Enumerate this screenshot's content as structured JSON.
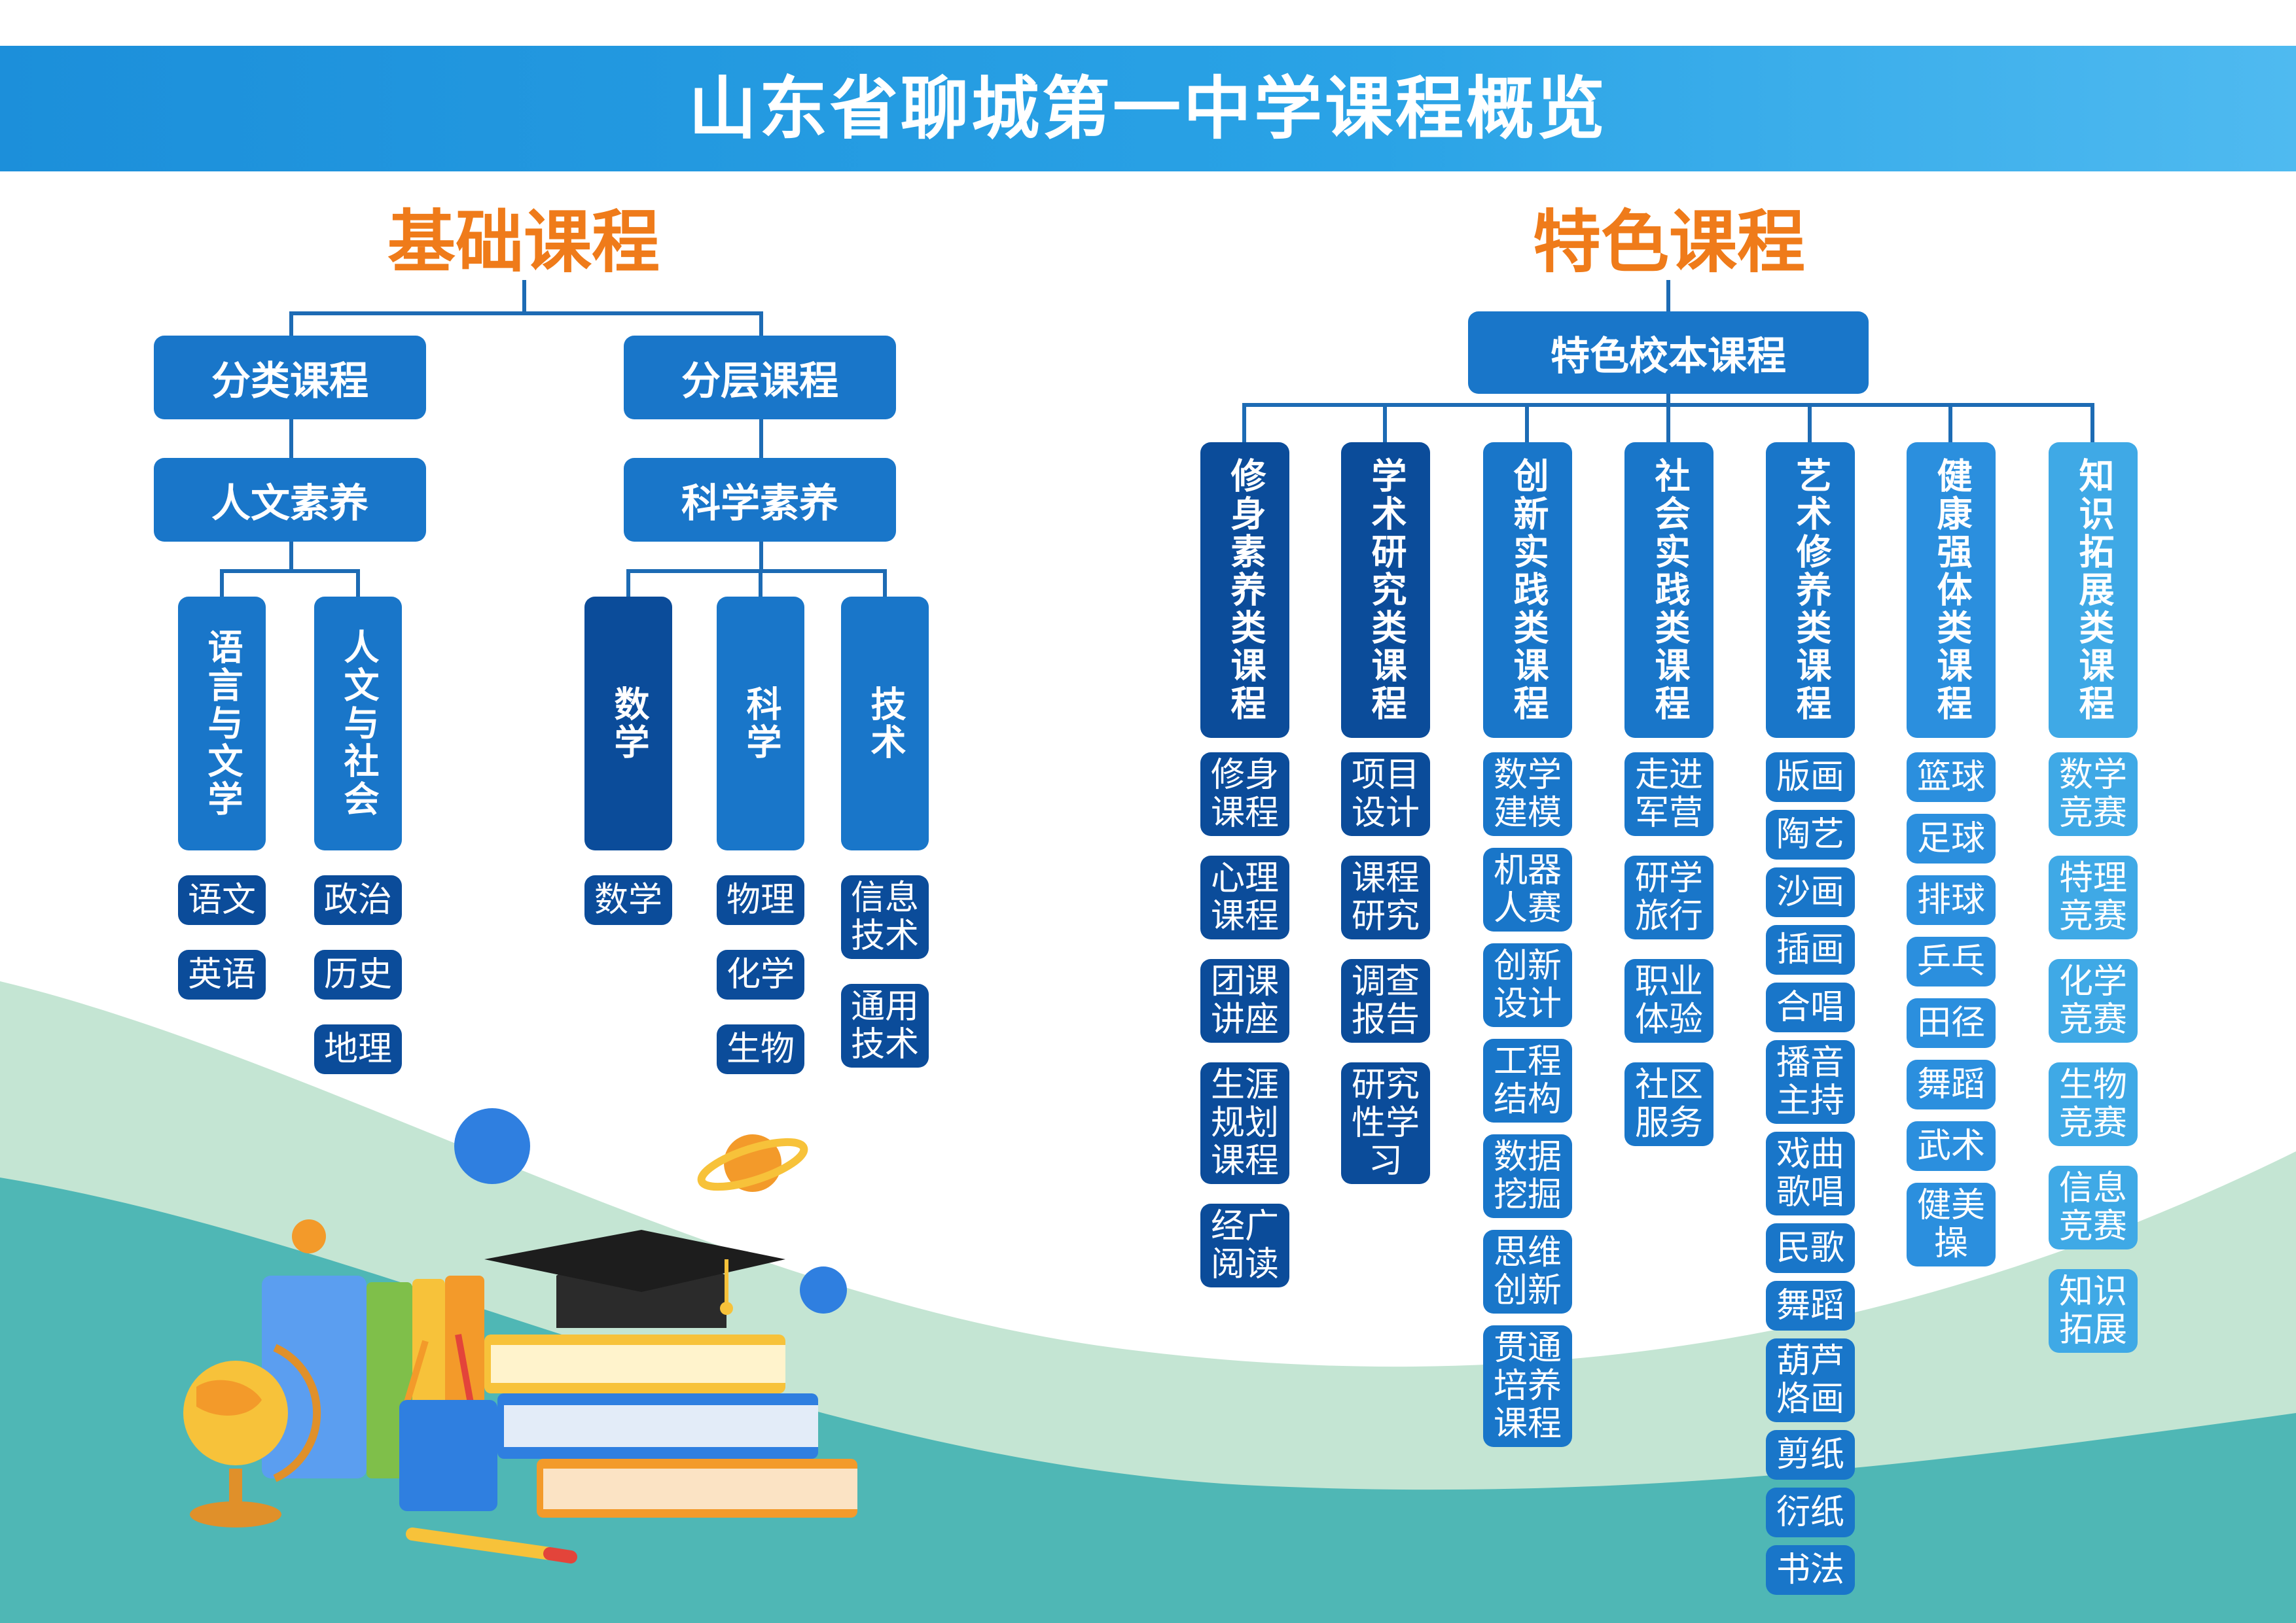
{
  "page_title": "山东省聊城第一中学课程概览",
  "colors": {
    "banner": "#1c8fda",
    "section_title": "#ef7b1a",
    "box_dark": "#0b4c9a",
    "box_mid": "#1976c9",
    "box_light": "#3fa9e6",
    "connector": "#1d6bb4",
    "wave_green": "#c4e5d3",
    "wave_teal": "#4fb7b5"
  },
  "basic": {
    "title": "基础课程",
    "level1": [
      "分类课程",
      "分层课程"
    ],
    "level2": [
      "人文素养",
      "科学素养"
    ],
    "humanities": [
      {
        "name": "语言与文学",
        "items": [
          "语文",
          "英语"
        ]
      },
      {
        "name": "人文与社会",
        "items": [
          "政治",
          "历史",
          "地理"
        ]
      }
    ],
    "science": [
      {
        "name": "数学",
        "items": [
          "数学"
        ]
      },
      {
        "name": "科学",
        "items": [
          "物理",
          "化学",
          "生物"
        ]
      },
      {
        "name": "技术",
        "items": [
          "信息技术",
          "通用技术"
        ]
      }
    ]
  },
  "special": {
    "title": "特色课程",
    "root": "特色校本课程",
    "categories": [
      {
        "name": "修身素养类课程",
        "items": [
          "修身课程",
          "心理课程",
          "团课讲座",
          "生涯规划课程",
          "经广阅读"
        ]
      },
      {
        "name": "学术研究类课程",
        "items": [
          "项目设计",
          "课程研究",
          "调查报告",
          "研究性学习"
        ]
      },
      {
        "name": "创新实践类课程",
        "items": [
          "数学建模",
          "机器人赛",
          "创新设计",
          "工程结构",
          "数据挖掘",
          "思维创新",
          "贯通培养课程"
        ]
      },
      {
        "name": "社会实践类课程",
        "items": [
          "走进军营",
          "研学旅行",
          "职业体验",
          "社区服务"
        ]
      },
      {
        "name": "艺术修养类课程",
        "items": [
          "版画",
          "陶艺",
          "沙画",
          "插画",
          "合唱",
          "播音主持",
          "戏曲歌唱",
          "民歌",
          "舞蹈",
          "葫芦烙画",
          "剪纸",
          "衍纸",
          "书法"
        ]
      },
      {
        "name": "健康强体类课程",
        "items": [
          "篮球",
          "足球",
          "排球",
          "乒乓",
          "田径",
          "舞蹈",
          "武术",
          "健美操"
        ]
      },
      {
        "name": "知识拓展类课程",
        "items": [
          "数学竞赛",
          "特理竞赛",
          "化学竞赛",
          "生物竞赛",
          "信息竞赛",
          "知识拓展"
        ]
      }
    ]
  }
}
